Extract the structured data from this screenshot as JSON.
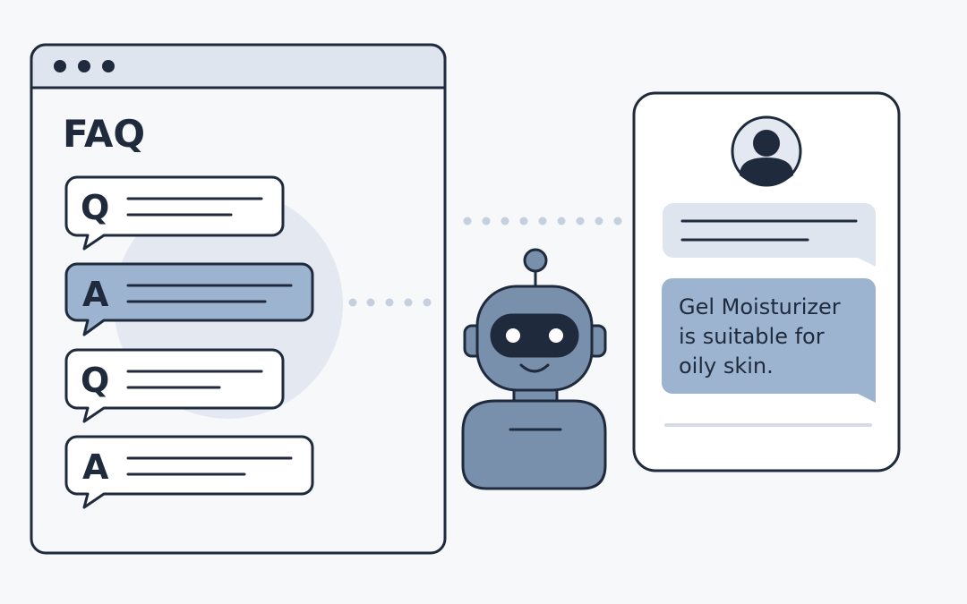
{
  "faq": {
    "title": "FAQ",
    "items": [
      {
        "letter": "Q",
        "kind": "question"
      },
      {
        "letter": "A",
        "kind": "answer",
        "highlighted": true
      },
      {
        "letter": "Q",
        "kind": "question"
      },
      {
        "letter": "A",
        "kind": "answer"
      }
    ]
  },
  "chat": {
    "reply_lines": [
      "Gel Moisturizer",
      "is suitable for",
      "oily skin."
    ]
  },
  "colors": {
    "outline": "#1f2a3d",
    "accent": "#9cb4cf",
    "robot_body": "#7990ad",
    "robot_visor": "#1f2a3d",
    "pale": "#e4e9f1",
    "background": "#f7f8fa"
  },
  "icons": [
    "browser-dots-icon",
    "robot-icon",
    "user-avatar-icon"
  ]
}
